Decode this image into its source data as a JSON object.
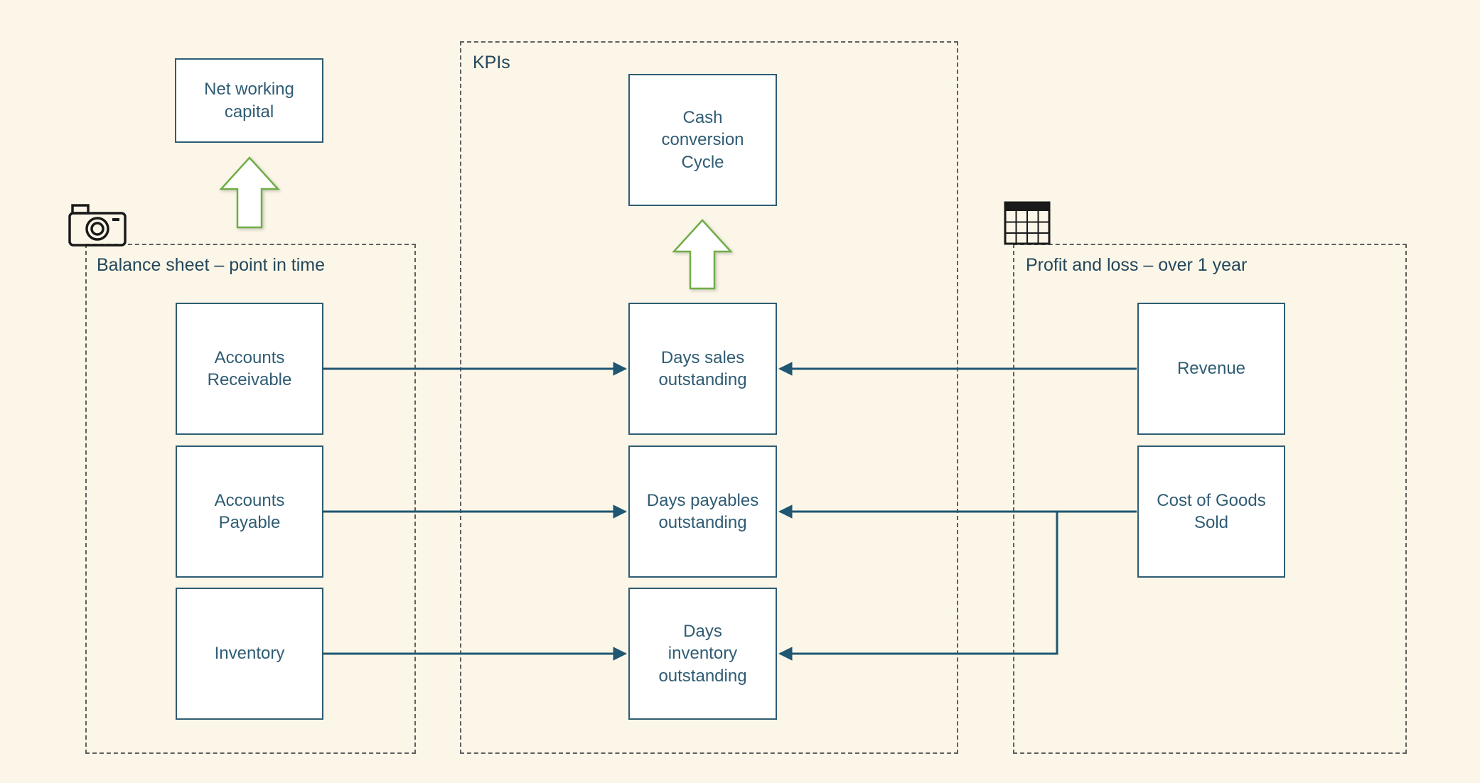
{
  "colors": {
    "background": "#fbf6e7",
    "node_border": "#2f5c73",
    "node_text": "#2f5c73",
    "connector": "#1f5672",
    "green_arrow": "#70ad47",
    "group_border": "#5f5f5f",
    "group_label": "#24475c"
  },
  "groups": {
    "balance_sheet": {
      "label": "Balance sheet – point in time"
    },
    "kpis": {
      "label": "KPIs"
    },
    "profit_loss": {
      "label": "Profit and loss – over 1 year"
    }
  },
  "nodes": {
    "net_working_capital": {
      "label": "Net working capital"
    },
    "cash_conversion_cycle": {
      "label": "Cash conversion Cycle"
    },
    "accounts_receivable": {
      "label": "Accounts Receivable"
    },
    "accounts_payable": {
      "label": "Accounts Payable"
    },
    "inventory": {
      "label": "Inventory"
    },
    "days_sales_outstanding": {
      "label": "Days sales outstanding"
    },
    "days_payables_outstanding": {
      "label": "Days payables outstanding"
    },
    "days_inventory_outstanding": {
      "label": "Days inventory outstanding"
    },
    "revenue": {
      "label": "Revenue"
    },
    "cost_of_goods_sold": {
      "label": "Cost of Goods Sold"
    }
  }
}
